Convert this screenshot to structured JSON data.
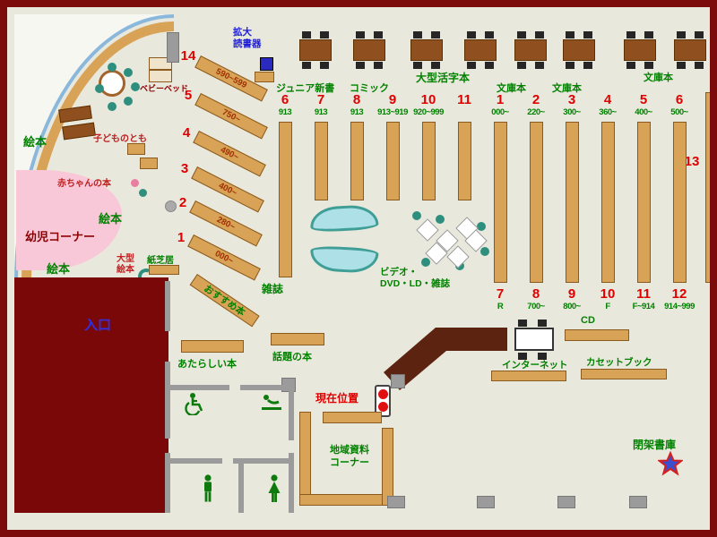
{
  "colors": {
    "frame": "#7c0b0b",
    "accent_red": "#e00000",
    "accent_green": "#008200",
    "accent_blue": "#1c1cd8",
    "shelf_tan": "#d8a257",
    "counter_brown": "#5c2310",
    "infant_pink": "#f8c8d8",
    "sofa_cyan": "#aee0e8"
  },
  "labels": {
    "magnifier_line1": "拡大",
    "magnifier_line2": "読書器",
    "junior_shinsho": "ジュニア新書",
    "comic": "コミック",
    "large_print": "大型活字本",
    "bunko_1": "文庫本",
    "bunko_2": "文庫本",
    "bunko_3": "文庫本",
    "magazines": "雑誌",
    "recommended": "おすすめ本",
    "video_line1": "ビデオ・",
    "video_line2": "DVD・LD・雑誌",
    "entrance": "入口",
    "new_books": "あたらしい本",
    "topic_books": "話題の本",
    "current_position": "現在位置",
    "cd": "CD",
    "internet": "インターネット",
    "cassette_book": "カセットブック",
    "local_line1": "地域資料",
    "local_line2": "コーナー",
    "closed_stacks": "閉架書庫",
    "infant_corner": "幼児コーナー",
    "baby_books": "赤ちゃんの本",
    "kodomo_no_tomo": "子どものとも",
    "baby_bed": "ベビーベッド",
    "ehon_1": "絵本",
    "ehon_2": "絵本",
    "ehon_3": "絵本",
    "large_ehon_line1": "大型",
    "large_ehon_line2": "絵本",
    "kamishibai": "紙芝居",
    "shelf_13": "13"
  },
  "diagonal_shelves": [
    {
      "num": "14",
      "range": "590~599"
    },
    {
      "num": "5",
      "range": "750~"
    },
    {
      "num": "4",
      "range": "490~"
    },
    {
      "num": "3",
      "range": "400~"
    },
    {
      "num": "2",
      "range": "280~"
    },
    {
      "num": "1",
      "range": "000~"
    }
  ],
  "shelves_top_left": [
    {
      "num": "6",
      "range": "913"
    },
    {
      "num": "7",
      "range": "913"
    },
    {
      "num": "8",
      "range": "913"
    },
    {
      "num": "9",
      "range": "913~919"
    },
    {
      "num": "10",
      "range": "920~999"
    },
    {
      "num": "11",
      "range": ""
    }
  ],
  "shelves_top_right": [
    {
      "num": "1",
      "range": "000~"
    },
    {
      "num": "2",
      "range": "220~"
    },
    {
      "num": "3",
      "range": "300~"
    },
    {
      "num": "4",
      "range": "360~"
    },
    {
      "num": "5",
      "range": "400~"
    },
    {
      "num": "6",
      "range": "500~"
    }
  ],
  "shelves_bottom": [
    {
      "num": "7",
      "range": "R"
    },
    {
      "num": "8",
      "range": "700~"
    },
    {
      "num": "9",
      "range": "800~"
    },
    {
      "num": "10",
      "range": "F"
    },
    {
      "num": "11",
      "range": "F~914"
    },
    {
      "num": "12",
      "range": "914~999"
    }
  ]
}
